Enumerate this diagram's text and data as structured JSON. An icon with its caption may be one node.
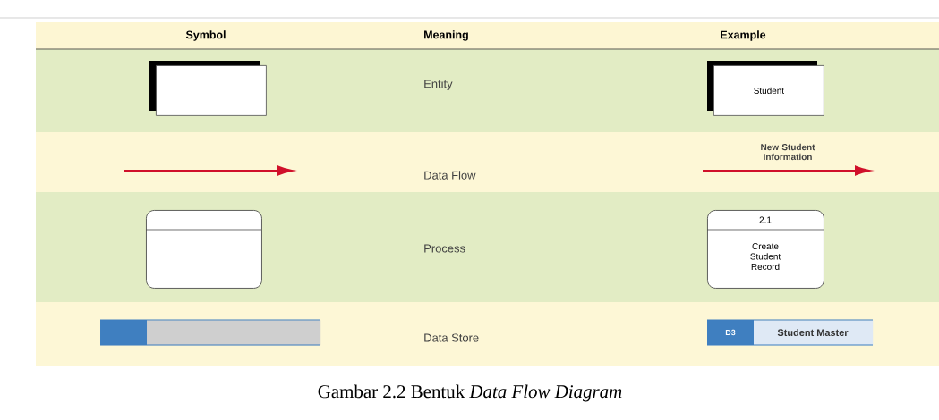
{
  "diagram": {
    "caption": "Gambar 2.2 Bentuk *Data Flow Diagram*",
    "nodes": [
      {
        "text": [],
        "shape": "box"
      },
      {
        "text": [
          "Student"
        ]
      },
      {
        "text": [],
        "shape": "box"
      },
      {
        "text": [
          "2.1",
          "Create Student Record"
        ]
      },
      {
        "text": [],
        "shape": "bar"
      },
      {
        "text": [
          "D3",
          "Student Master"
        ]
      }
    ],
    "labels": [
      "Symbol",
      "Meaning",
      "Example",
      "Entity",
      "Data Flow",
      "New Student Information",
      "Process",
      "Data Store"
    ]
  }
}
